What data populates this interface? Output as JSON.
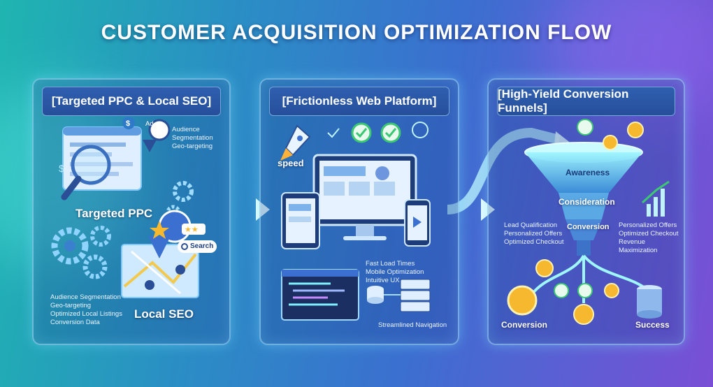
{
  "title": "CUSTOMER ACQUISITION OPTIMIZATION FLOW",
  "panels": [
    {
      "header": "[Targeted PPC & Local SEO]",
      "ad_badge": "Ad",
      "audience_note": [
        "Audience",
        "Segmentation",
        "Geo-targeting"
      ],
      "targeted_ppc": "Targeted PPC",
      "search_label": "Search",
      "local_seo": "Local SEO",
      "bullets": [
        "Audience Segmentation",
        "Geo-targeting",
        "Optimized Local Listings",
        "Conversion Data"
      ]
    },
    {
      "header": "[Frictionless Web Platform]",
      "speed": "speed",
      "features": [
        "Fast Load Times",
        "Mobile Optimization",
        "Intuitive UX"
      ],
      "nav": "Streamlined Navigation"
    },
    {
      "header": "[High-Yield Conversion Funnels]",
      "stages": [
        "Awareness",
        "Consideration",
        "Conversion"
      ],
      "left_notes": [
        "Lead Qualification",
        "Personalized Offers",
        "Optimized Checkout"
      ],
      "right_notes": [
        "Personalized Offers",
        "Optimized Checkout",
        "Revenue Maximization"
      ],
      "conversion": "Conversion",
      "success": "Success"
    }
  ],
  "colors": {
    "accent": "#7ff0ff",
    "gold": "#f5b82e",
    "green": "#3cc873"
  }
}
